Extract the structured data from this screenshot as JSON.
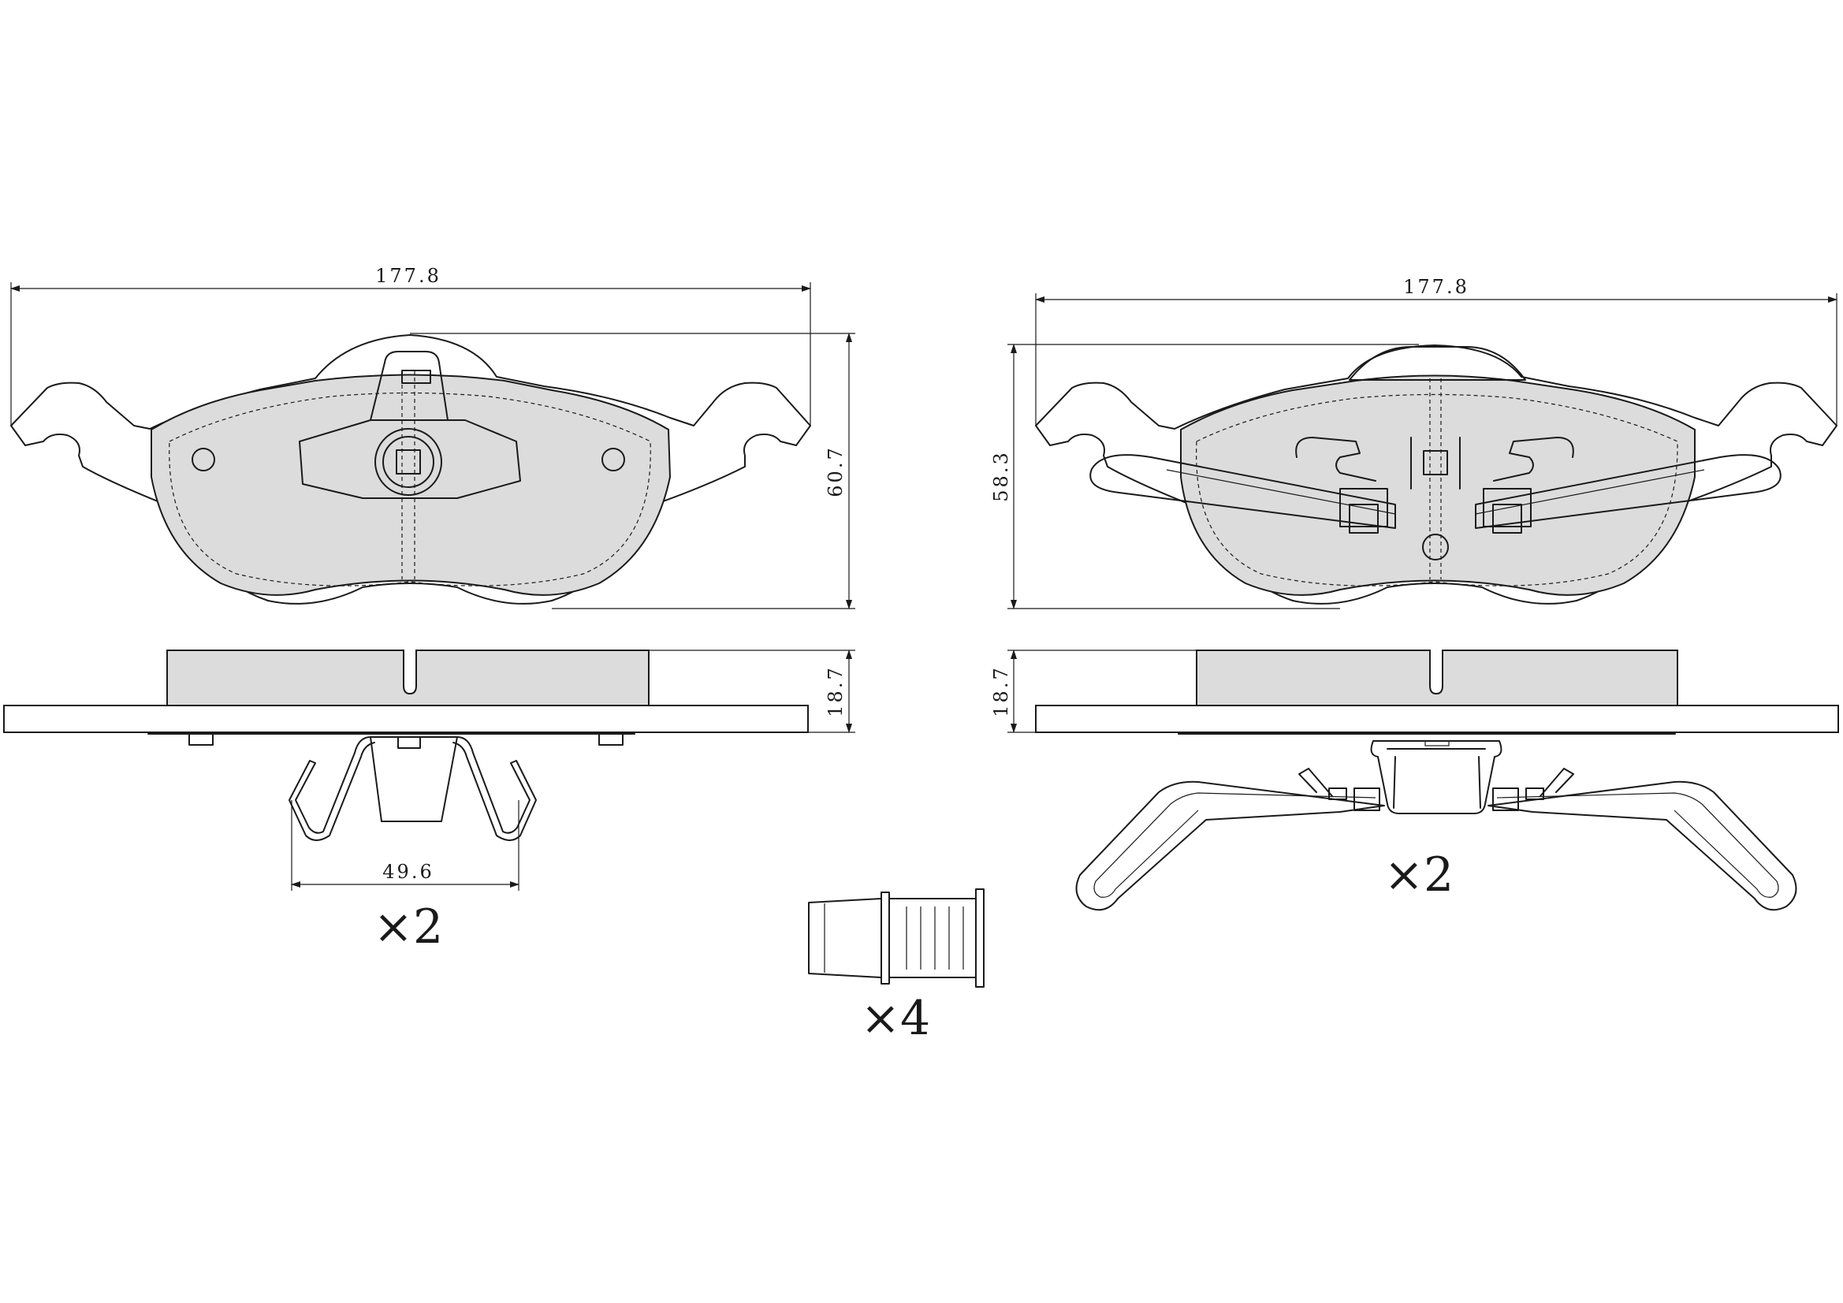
{
  "left_pad": {
    "width_label": "177.8",
    "height_label": "60.7",
    "thickness_label": "18.7",
    "clip_width_label": "49.6",
    "clip_qty_label": "×2"
  },
  "right_pad": {
    "width_label": "177.8",
    "height_label": "58.3",
    "thickness_label": "18.7",
    "spring_qty_label": "×2"
  },
  "bushing": {
    "qty_label": "×4"
  },
  "colors": {
    "friction_fill": "#dcdcdc",
    "line": "#1a1a1a"
  }
}
